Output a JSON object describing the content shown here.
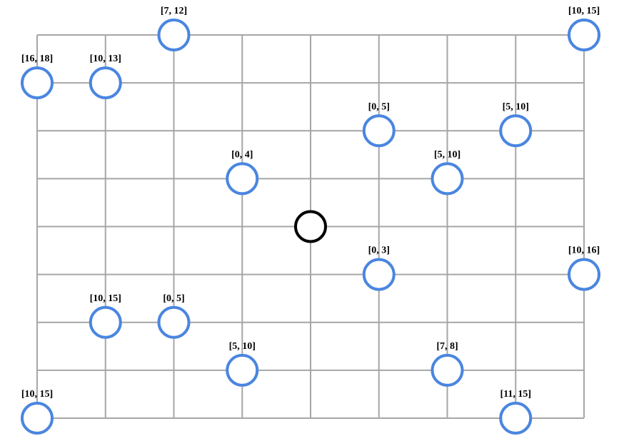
{
  "grid": {
    "columns": 9,
    "rows": 9,
    "line_color": "#a6a6a6"
  },
  "colors": {
    "node_stroke": "#4a86e0",
    "center_stroke": "#000000"
  },
  "center_node": {
    "col": 4,
    "row": 4
  },
  "nodes": [
    {
      "col": 2,
      "row": 0,
      "label": "[7, 12]"
    },
    {
      "col": 8,
      "row": 0,
      "label": "[10, 15]"
    },
    {
      "col": 0,
      "row": 1,
      "label": "[16, 18]"
    },
    {
      "col": 1,
      "row": 1,
      "label": "[10, 13]"
    },
    {
      "col": 5,
      "row": 2,
      "label": "[0, 5]"
    },
    {
      "col": 7,
      "row": 2,
      "label": "[5, 10]"
    },
    {
      "col": 3,
      "row": 3,
      "label": "[0, 4]"
    },
    {
      "col": 6,
      "row": 3,
      "label": "[5, 10]"
    },
    {
      "col": 5,
      "row": 5,
      "label": "[0, 3]"
    },
    {
      "col": 8,
      "row": 5,
      "label": "[10, 16]"
    },
    {
      "col": 1,
      "row": 6,
      "label": "[10, 15]"
    },
    {
      "col": 2,
      "row": 6,
      "label": "[0, 5]"
    },
    {
      "col": 3,
      "row": 7,
      "label": "[5, 10]"
    },
    {
      "col": 6,
      "row": 7,
      "label": "[7, 8]"
    },
    {
      "col": 0,
      "row": 8,
      "label": "[10, 15]"
    },
    {
      "col": 7,
      "row": 8,
      "label": "[11, 15]"
    }
  ]
}
